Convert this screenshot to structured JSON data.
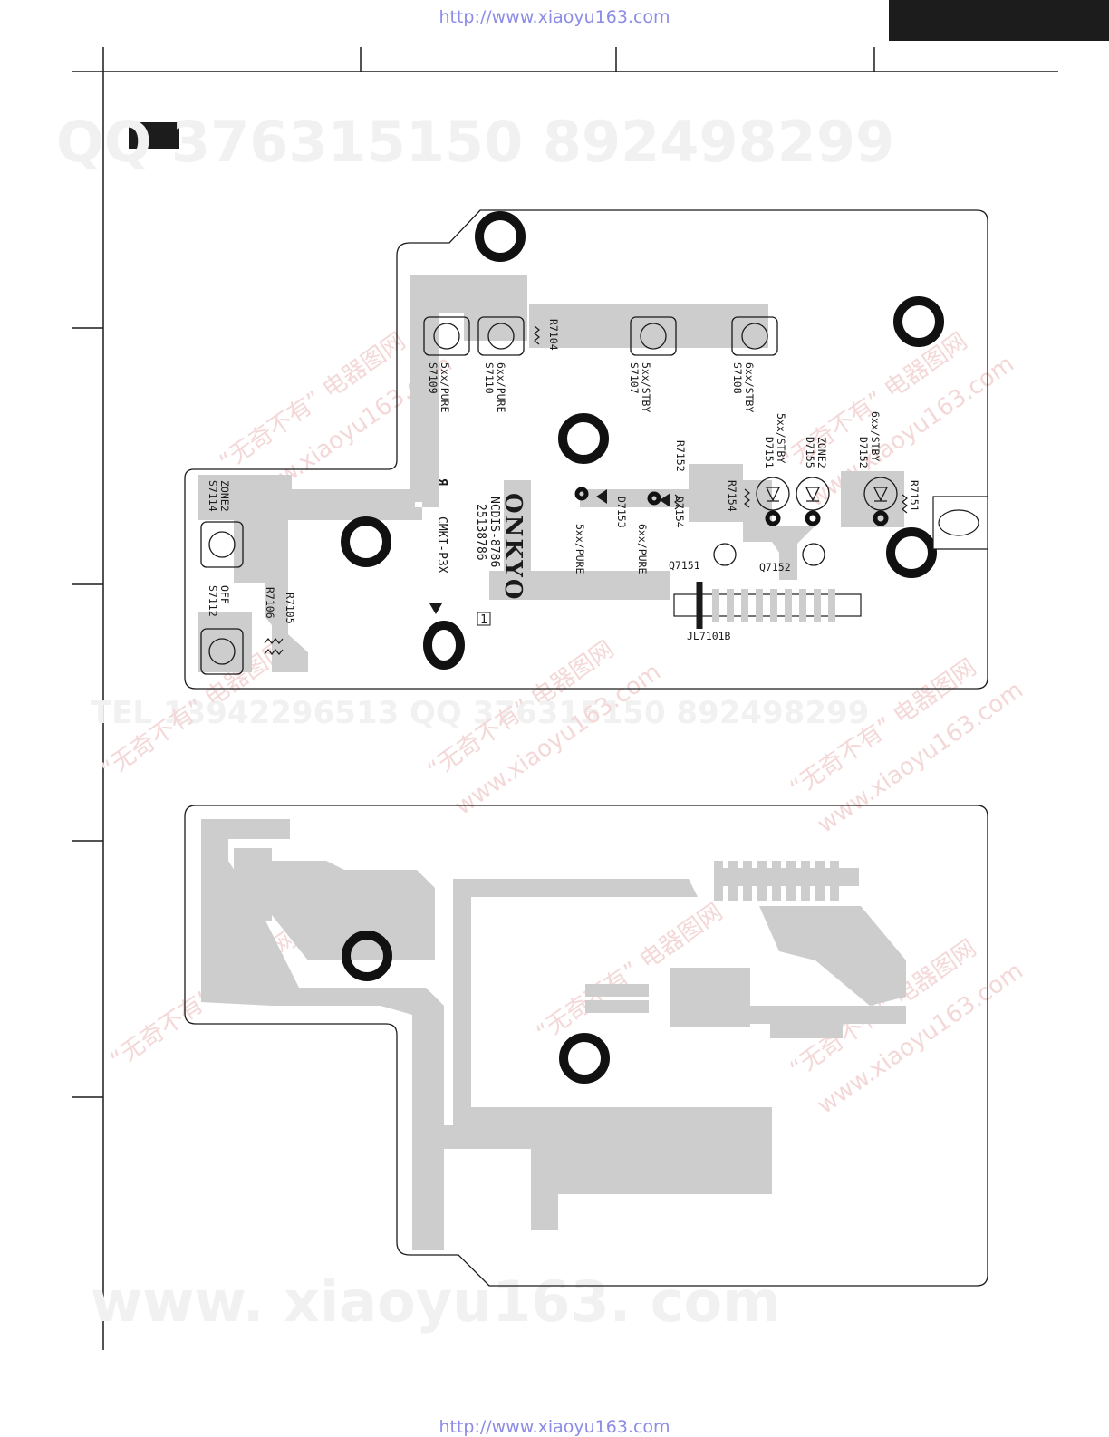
{
  "header": {
    "url_top": "http://www.xiaoyu163.com",
    "url_bottom": "http://www.xiaoyu163.com"
  },
  "watermarks": {
    "qq_line": "QQ 376315150    892498299",
    "tel_line": "TEL 13942296513    QQ 376315150  892498299",
    "site_line": "www. xiaoyu163. com",
    "cn_1": "“无奇不有” 电器图网",
    "cn_2": "www.xiaoyu163.com"
  },
  "board_top": {
    "brand": "ONKYO",
    "part_code": "NCDIS-8786",
    "part_number": "25138786",
    "model": "CMKI-P3X",
    "ul_mark": "Я",
    "pin_mark": "1",
    "switches": [
      {
        "ref": "S7109",
        "note": "5xx/PURE"
      },
      {
        "ref": "S7110",
        "note": "6xx/PURE"
      },
      {
        "ref": "S7107",
        "note": "5xx/STBY"
      },
      {
        "ref": "S7108",
        "note": "6xx/STBY"
      },
      {
        "ref": "S7114",
        "note": "ZONE2"
      },
      {
        "ref": "S7112",
        "note": "OFF"
      }
    ],
    "resistors": [
      "R7104",
      "R7152",
      "R7154",
      "R7151",
      "R7105",
      "R7106"
    ],
    "diodes": [
      {
        "ref": "D7151",
        "note": "5xx/STBY"
      },
      {
        "ref": "D7155",
        "note": "ZONE2"
      },
      {
        "ref": "D7152",
        "note": "6xx/STBY"
      },
      {
        "ref": "D7153",
        "note": "5xx/PURE"
      },
      {
        "ref": "D7154",
        "note": "6xx/PURE"
      }
    ],
    "transistors": [
      "Q7151",
      "Q7152"
    ],
    "connector": "JL7101B"
  }
}
